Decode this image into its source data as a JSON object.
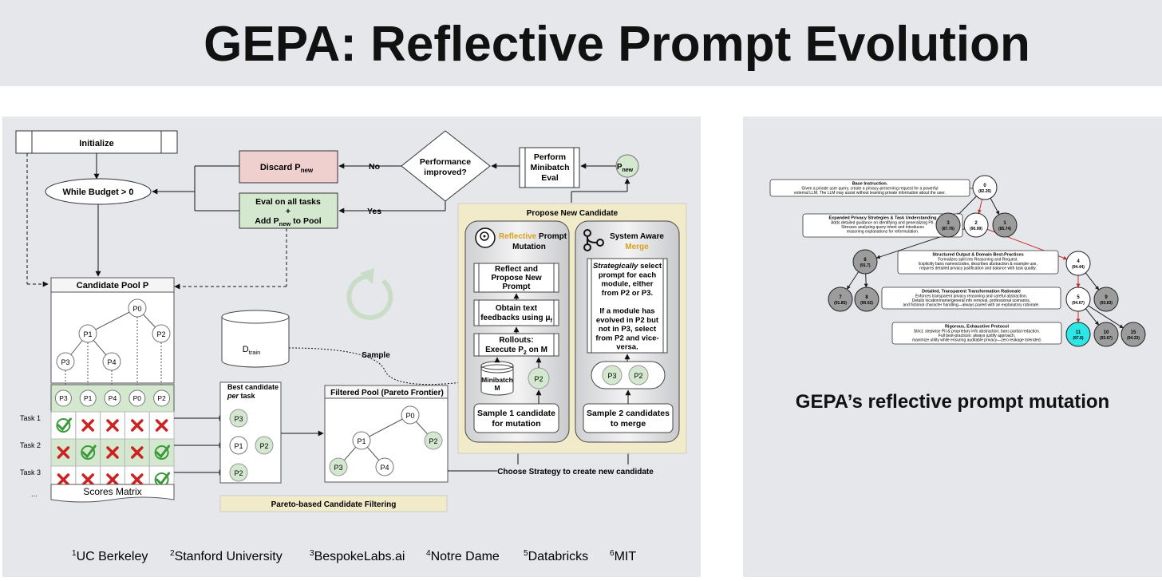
{
  "title": "GEPA: Reflective Prompt Evolution",
  "caption": "GEPA’s reflective prompt mutation",
  "flow": {
    "initialize": "Initialize",
    "while_budget": "While Budget > 0",
    "discard": "Discard P",
    "discard_sub": "new",
    "eval_line1": "Eval on all tasks",
    "eval_line2": "+",
    "eval_line3a": "Add P",
    "eval_line3sub": "new",
    "eval_line3b": " to Pool",
    "decision_line1": "Performance",
    "decision_line2": "improved?",
    "no": "No",
    "yes": "Yes",
    "minibatch_line1": "Perform",
    "minibatch_line2": "Minibatch",
    "minibatch_line3": "Eval",
    "pnew": "P",
    "pnew_sub": "new",
    "candidate_pool": "Candidate Pool P",
    "dtrain": "D",
    "dtrain_sub": "train",
    "sample": "Sample",
    "best_candidate_line1": "Best candidate",
    "best_candidate_line2a": "per",
    "best_candidate_line2b": " task",
    "filtered_pool": "Filtered Pool (Pareto Frontier)",
    "pareto_filtering": "Pareto-based Candidate Filtering",
    "choose_strategy": "Choose Strategy to create new candidate",
    "scores_matrix": "Scores Matrix",
    "ellipsis": "...",
    "tasks": [
      "Task 1",
      "Task 2",
      "Task 3"
    ]
  },
  "propose": {
    "header": "Propose New Candidate",
    "reflective_word1": "Reflective",
    "reflective_word2": " Prompt",
    "reflective_word3": "Mutation",
    "reflect_line1": "Reflect and",
    "reflect_line2": "Propose New",
    "reflect_line3": "Prompt",
    "feedback_line1": "Obtain text",
    "feedback_line2": "feedbacks using μ",
    "feedback_sub": "f",
    "rollouts_line1": "Rollouts:",
    "rollouts_line2a": "Execute P",
    "rollouts_sub": "2",
    "rollouts_line2b": " on M",
    "minibatch_label1": "Minibatch",
    "minibatch_label2": "M",
    "sample1_line1": "Sample 1 candidate",
    "sample1_line2": "for mutation",
    "merge_word1": "System Aware",
    "merge_word2": "Merge",
    "merge_text": [
      "Strategically select",
      "prompt for each",
      "module, either",
      "from P2 or P3.",
      "",
      "If a module has",
      "evolved in P2 but",
      "not in P3, select",
      "from P2 and vice-",
      "versa."
    ],
    "sample2_line1": "Sample 2 candidates",
    "sample2_line2": "to merge"
  },
  "nodes": {
    "p0": "P0",
    "p1": "P1",
    "p2": "P2",
    "p3": "P3",
    "p4": "P4"
  },
  "matrix_header": [
    "P3",
    "P1",
    "P4",
    "P0",
    "P2"
  ],
  "matrix": [
    [
      "check",
      "cross",
      "cross",
      "cross",
      "cross"
    ],
    [
      "cross",
      "check",
      "cross",
      "cross",
      "check"
    ],
    [
      "cross",
      "cross",
      "cross",
      "cross",
      "check"
    ]
  ],
  "affiliations": [
    {
      "num": "1",
      "name": "UC Berkeley"
    },
    {
      "num": "2",
      "name": "Stanford University"
    },
    {
      "num": "3",
      "name": "BespokeLabs.ai"
    },
    {
      "num": "4",
      "name": "Notre Dame"
    },
    {
      "num": "5",
      "name": "Databricks"
    },
    {
      "num": "6",
      "name": "MIT"
    }
  ],
  "tree": {
    "boxes": [
      {
        "title": "Base Instruction.",
        "lines": [
          "Given a private user query, create a privacy-preserving request for a powerful",
          "external LLM. The LLM may assist without learning private information about the user."
        ]
      },
      {
        "title": "Expanded Privacy Strategies & Task Understanding",
        "lines": [
          "Adds detailed guidance on identifying and generalizing PII.",
          "Stresses analyzing query intent and introduces",
          "reasoning explanations for reformulation."
        ]
      },
      {
        "title": "Structured Output & Domain Best-Practices",
        "lines": [
          "Formalizes split into Reasoning and Request.",
          "Explicitly bans names/codes, describes abstraction & example use,",
          "requires detailed privacy justification and balance with task quality."
        ]
      },
      {
        "title": "Detailed, Transparent Transformation Rationale",
        "lines": [
          "Enforces transparent privacy reasoning and careful abstraction.",
          "Details location/name/general info removal, professional scenarios,",
          "and fictional character handling—always paired with an explanatory rationale."
        ]
      },
      {
        "title": "Rigorous, Exhaustive Protocol",
        "lines": [
          "Strict, stepwise PII & proprietary info abstraction; bans partial redaction.",
          "Full best-practices: always justify approach,",
          "maximize utility while ensuring auditable privacy—zero leakage tolerated."
        ]
      }
    ],
    "nodes": [
      {
        "id": "0",
        "score": "(82.26)"
      },
      {
        "id": "3",
        "score": "(87.76)"
      },
      {
        "id": "2",
        "score": "(90.99)"
      },
      {
        "id": "1",
        "score": "(85.74)"
      },
      {
        "id": "6",
        "score": "(91.7)"
      },
      {
        "id": "4",
        "score": "(94.44)"
      },
      {
        "id": "7",
        "score": "(91.85)"
      },
      {
        "id": "8",
        "score": "(90.02)"
      },
      {
        "id": "5",
        "score": "(94.67)"
      },
      {
        "id": "9",
        "score": "(93.83)"
      },
      {
        "id": "11",
        "score": "(97.6)"
      },
      {
        "id": "10",
        "score": "(93.67)"
      },
      {
        "id": "15",
        "score": "(94.33)"
      }
    ]
  },
  "colors": {
    "green_fill": "#d3e8cf",
    "red_fill": "#f0cfcf",
    "check": "#3a9a3a",
    "cross": "#cc2222",
    "highlight_node": "#2ee6e6",
    "propose_bg": "#f2ebc9"
  }
}
